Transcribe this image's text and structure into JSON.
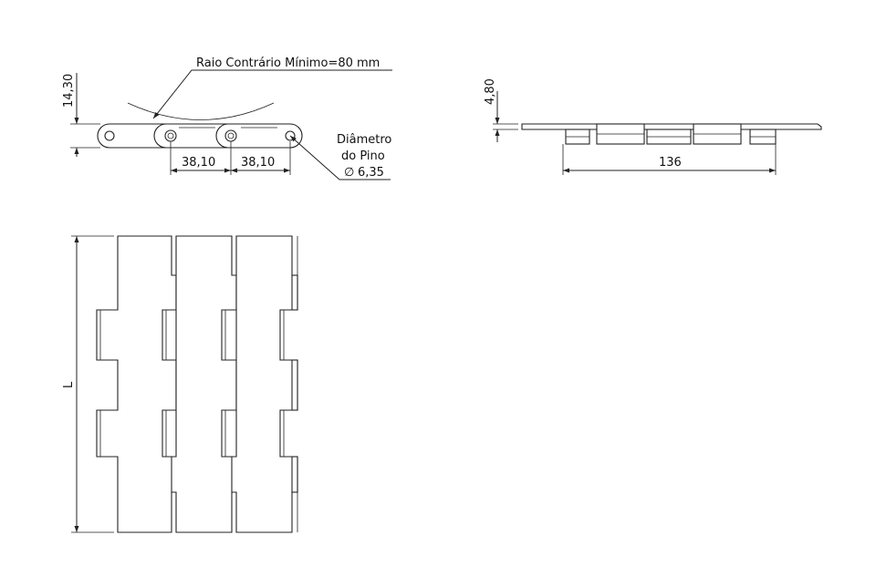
{
  "labels": {
    "radius_note": "Raio Contrário Mínimo=80 mm",
    "height_dim": "14,30",
    "pitch_1": "38,10",
    "pitch_2": "38,10",
    "pin_label_1": "Diâmetro",
    "pin_label_2": "do Pino",
    "pin_symbol": "∅",
    "pin_value": "6,35",
    "thickness_dim": "4,80",
    "width_dim": "136",
    "length_dim": "L"
  },
  "colors": {
    "line": "#222222",
    "background": "#ffffff"
  }
}
